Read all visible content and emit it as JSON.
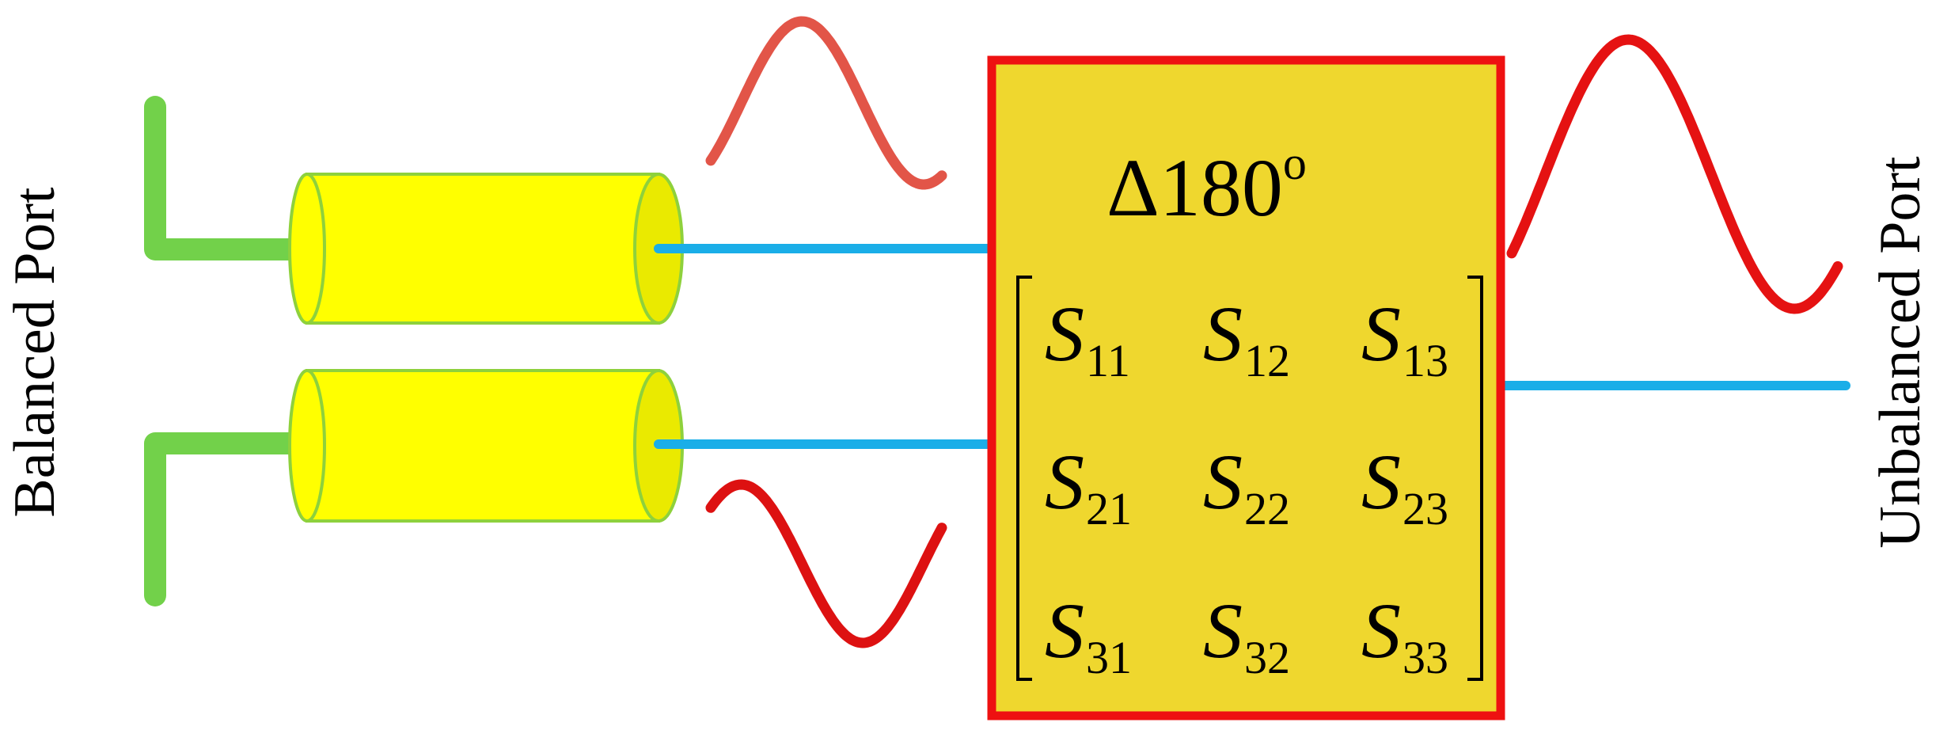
{
  "labels": {
    "left_port": "Balanced Port",
    "right_port": "Unbalanced Port",
    "phase_prefix": "Δ180",
    "phase_superscript": "o"
  },
  "matrix": {
    "letter": "S",
    "subscripts": [
      [
        "11",
        "12",
        "13"
      ],
      [
        "21",
        "22",
        "23"
      ],
      [
        "31",
        "32",
        "33"
      ]
    ]
  },
  "colors": {
    "coax_fill": "#ffff00",
    "coax_stroke": "#8ed13c",
    "coax_end_fill": "#eaea00",
    "lead": "#72d14a",
    "wire": "#1aaee8",
    "box_fill": "#efd72e",
    "box_stroke": "#ee1111",
    "wave_top_left": "#e25548",
    "wave_bottom_left": "#dd1111",
    "wave_right": "#e51212"
  }
}
